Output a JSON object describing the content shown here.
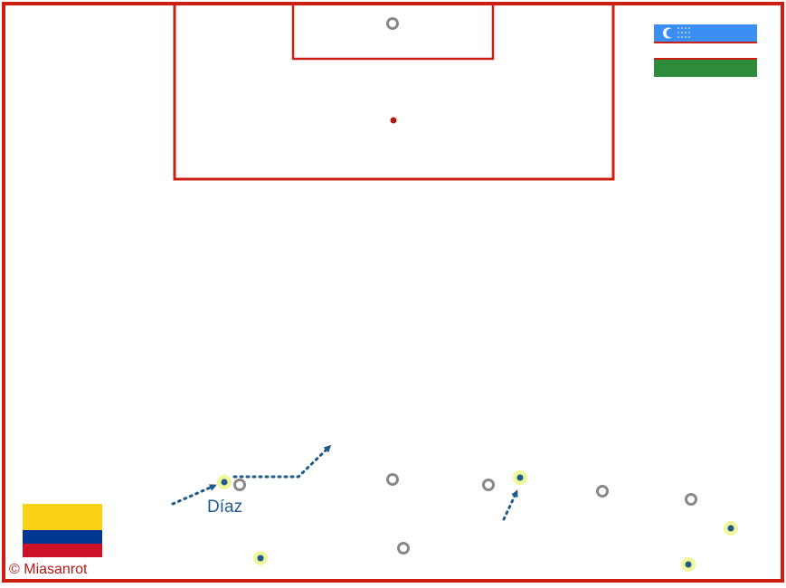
{
  "colors": {
    "pitch_lines": "#cc1f12",
    "penalty_spot": "#b01a12",
    "movement_arrow": "#1f5a8a",
    "attacker_fill": "#1f5a8a",
    "attacker_glow": "#eef79a",
    "defender_ring": "#888888",
    "credit_text": "#b01a12"
  },
  "flags": {
    "top_right": {
      "country": "Uzbekistan",
      "stripes": [
        "#3b8ff2",
        "#ffffff",
        "#2e8b3c"
      ],
      "separator": "#cc1f12"
    },
    "bottom_left": {
      "country": "Colombia",
      "stripes": [
        "#fcd116",
        "#003893",
        "#ce1126"
      ]
    }
  },
  "labels": {
    "player_name": "Díaz",
    "credit": "© Miasanrot"
  },
  "players": {
    "attackers": [
      {
        "id": "diaz"
      },
      {
        "id": "att-right-mid"
      },
      {
        "id": "att-far-right"
      },
      {
        "id": "att-bottom-left"
      },
      {
        "id": "att-bottom-right"
      }
    ],
    "defenders": [
      {
        "id": "gk"
      },
      {
        "id": "def-1"
      },
      {
        "id": "def-2"
      },
      {
        "id": "def-3"
      },
      {
        "id": "def-4"
      },
      {
        "id": "def-5"
      },
      {
        "id": "def-6"
      }
    ]
  },
  "movements": [
    {
      "id": "diaz-approach"
    },
    {
      "id": "diaz-run"
    },
    {
      "id": "att-right-mid-run"
    }
  ]
}
